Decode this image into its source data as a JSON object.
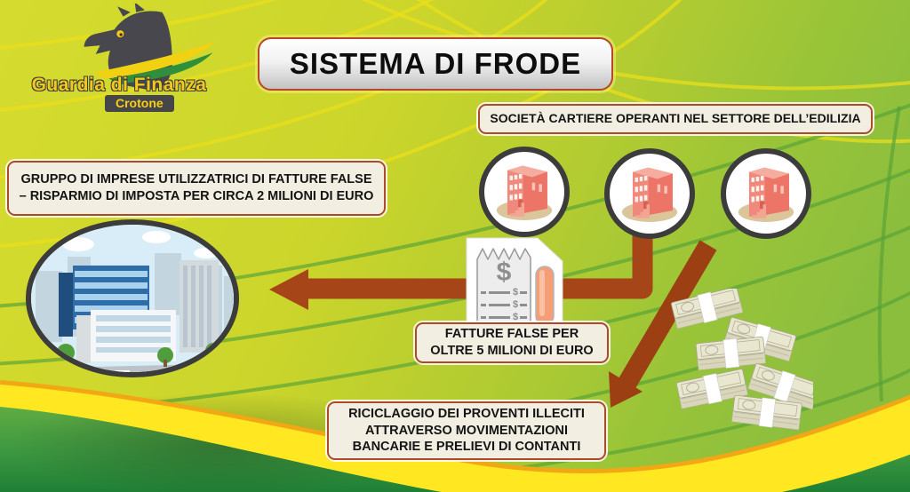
{
  "slide": {
    "title": "SISTEMA DI FRODE"
  },
  "logo": {
    "organization": "Guardia di Finanza",
    "unit": "Crotone"
  },
  "boxes": {
    "shell_companies": "SOCIETÀ CARTIERE OPERANTI NEL SETTORE DELL’EDILIZIA",
    "user_group": "GRUPPO DI IMPRESE UTILIZZATRICI DI FATTURE FALSE – RISPARMIO DI IMPOSTA PER CIRCA 2 MILIONI DI EURO",
    "fake_invoices": "FATTURE FALSE PER OLTRE 5 MILIONI DI EURO",
    "laundering": "RICICLAGGIO DEI PROVENTI ILLECITI ATTRAVERSO MOVIMENTAZIONI BANCARIE E PRELIEVI DI CONTANTI"
  },
  "icons": {
    "dollar": "$",
    "shell_company_icon": "red-building",
    "company_group_icon": "office-buildings",
    "invoice_icon": "false-invoice-receipt",
    "money_icon": "cash-bundles",
    "griffin_icon": "guardia-di-finanza-griffin"
  },
  "colors": {
    "background_top": "#ccd52a",
    "background_bottom": "#8fbf3d",
    "arrow": "#a64517",
    "box_fill": "#f2efe2",
    "box_border": "#ad4a2a",
    "circle_border": "#3c3c3c",
    "band_yellow": "#ffe722",
    "band_orange": "#f2a714",
    "hill_green": "#1d7e35"
  }
}
